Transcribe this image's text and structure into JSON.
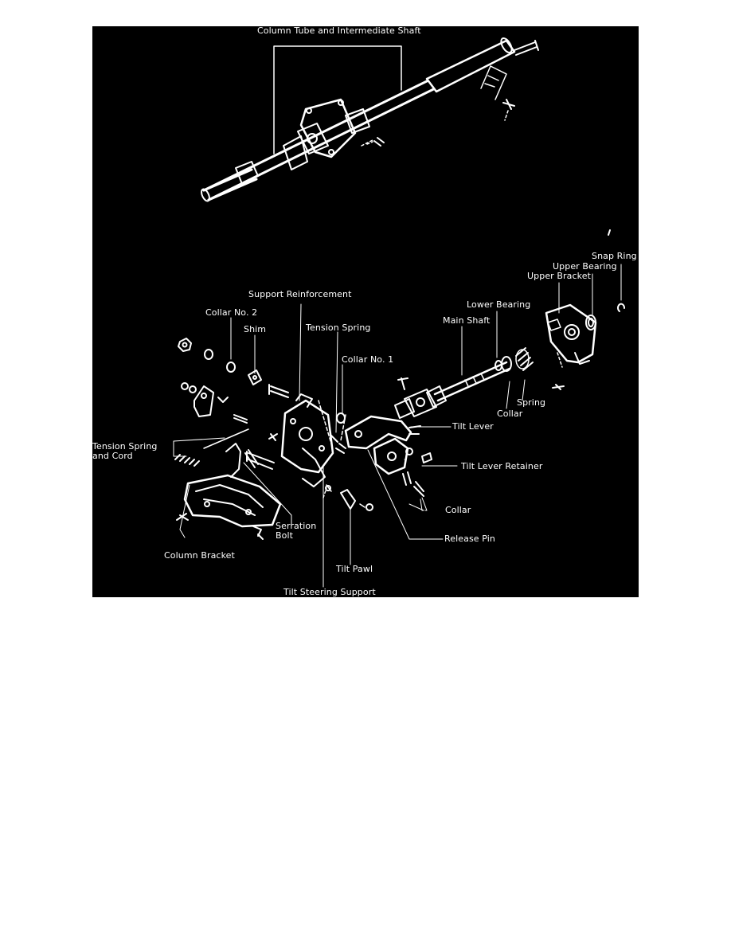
{
  "diagram": {
    "labels": {
      "column_tube": "Column Tube and Intermediate Shaft",
      "snap_ring": "Snap Ring",
      "upper_bearing": "Upper Bearing",
      "upper_bracket": "Upper Bracket",
      "support_reinforcement": "Support Reinforcement",
      "lower_bearing": "Lower Bearing",
      "collar_no2": "Collar No. 2",
      "main_shaft": "Main Shaft",
      "shim": "Shim",
      "tension_spring": "Tension Spring",
      "collar_no1": "Collar No. 1",
      "spring": "Spring",
      "collar_upper": "Collar",
      "tilt_lever": "Tilt Lever",
      "tension_spring_cord": "Tension Spring\nand Cord",
      "tilt_lever_retainer": "Tilt Lever Retainer",
      "collar_lower": "Collar",
      "serration_bolt": "Serration\nBolt",
      "release_pin": "Release Pin",
      "column_bracket": "Column Bracket",
      "tilt_pawl": "Tilt Pawl",
      "tilt_steering_support": "Tilt Steering Support"
    }
  }
}
